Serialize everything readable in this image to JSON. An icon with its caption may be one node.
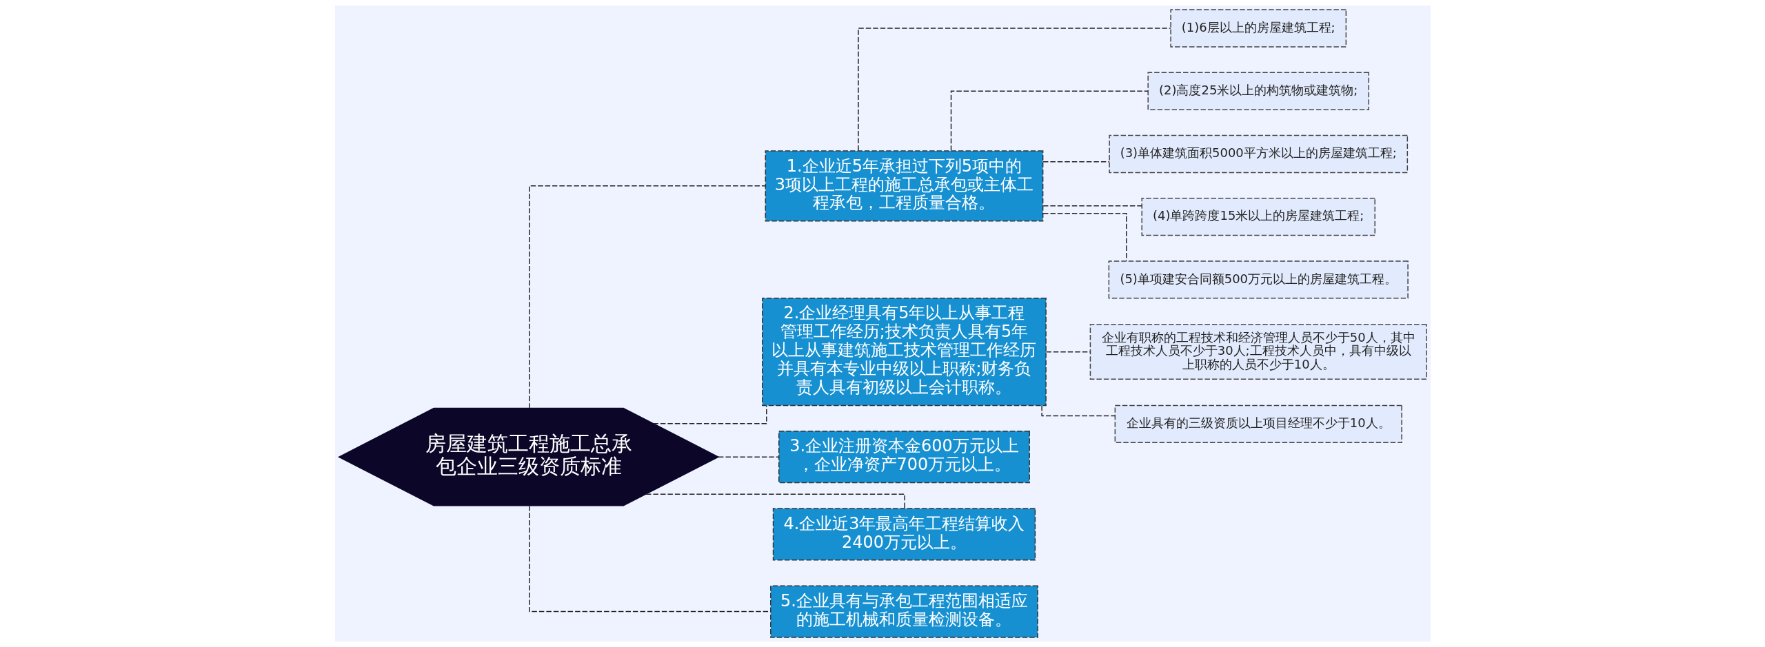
{
  "diagram": {
    "nodes": [
      {
        "text": [
          "房屋建筑工程施工总承包企业三级资质标准"
        ]
      },
      {
        "text": [
          "1.企业近5年承担过下列5项中的3项以上工程的施工总承包或主体工程承包，工程质量合格。"
        ]
      },
      {
        "text": [
          "2.企业经理具有5年以上从事工程管理工作经历;技术负责人具有5年以上从事建筑施工技术管理工作经历并具有本专业中级以上职称;财务负责人具有初级以上会计职称。"
        ]
      },
      {
        "text": [
          "3.企业注册资本金600万元以上，企业净资产700万元以上。"
        ]
      },
      {
        "text": [
          "4.企业近3年最高年工程结算收入2400万元以上。"
        ]
      },
      {
        "text": [
          "5.企业具有与承包工程范围相适应的施工机械和质量检测设备。"
        ]
      },
      {
        "text": [
          "(1)6层以上的房屋建筑工程;"
        ]
      },
      {
        "text": [
          "(2)高度25米以上的构筑物或建筑物;"
        ]
      },
      {
        "text": [
          "(3)单体建筑面积5000平方米以上的房屋建筑工程;"
        ]
      },
      {
        "text": [
          "(4)单跨跨度15米以上的房屋建筑工程;"
        ]
      },
      {
        "text": [
          "(5)单项建安合同额500万元以上的房屋建筑工程。"
        ]
      },
      {
        "text": [
          "企业有职称的工程技术和经济管理人员不少于50人，其中工程技术人员不少于30人;工程技术人员中，具有中级以上职称的人员不少于10人。"
        ]
      },
      {
        "text": [
          "企业具有的三级资质以上项目经理不少于10人。"
        ]
      }
    ],
    "edges": [
      {
        "from": 0,
        "to": 2,
        "arrow": "none",
        "style": "dashed"
      },
      {
        "from": 0,
        "to": 4,
        "arrow": "none",
        "style": "dashed"
      },
      {
        "from": 0,
        "to": 1,
        "arrow": "none",
        "style": "dashed"
      },
      {
        "from": 0,
        "to": 3,
        "arrow": "none",
        "style": "dashed"
      },
      {
        "from": 0,
        "to": 5,
        "arrow": "none",
        "style": "dashed"
      },
      {
        "from": 1,
        "to": 6,
        "arrow": "none",
        "style": "dashed"
      },
      {
        "from": 1,
        "to": 7,
        "arrow": "none",
        "style": "dashed"
      },
      {
        "from": 1,
        "to": 8,
        "arrow": "none",
        "style": "dashed"
      },
      {
        "from": 1,
        "to": 9,
        "arrow": "none",
        "style": "dashed"
      },
      {
        "from": 1,
        "to": 10,
        "arrow": "none",
        "style": "dashed"
      },
      {
        "from": 2,
        "to": 11,
        "arrow": "none",
        "style": "dashed"
      },
      {
        "from": 2,
        "to": 12,
        "arrow": "none",
        "style": "dashed"
      }
    ]
  }
}
